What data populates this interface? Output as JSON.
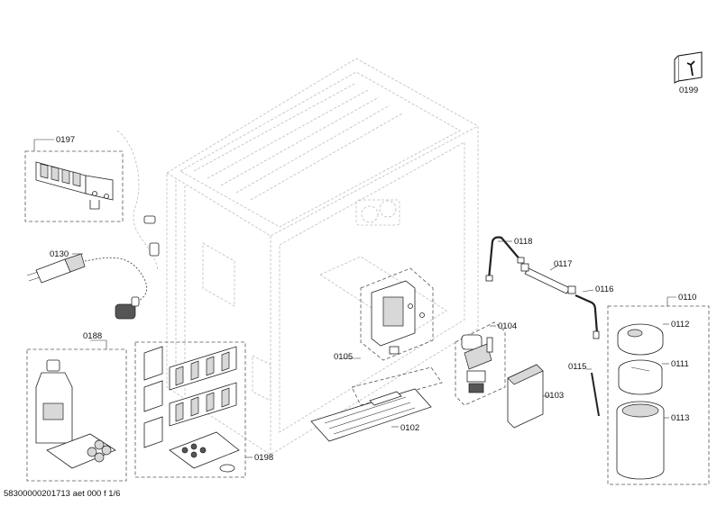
{
  "parts": {
    "p0197": "0197",
    "p0130": "0130",
    "p0188": "0188",
    "p0198": "0198",
    "p0118": "0118",
    "p0117": "0117",
    "p0116": "0116",
    "p0110": "0110",
    "p0112": "0112",
    "p0111": "0111",
    "p0113": "0113",
    "p0115": "0115",
    "p0104": "0104",
    "p0105": "0105",
    "p0103": "0103",
    "p0102": "0102",
    "p0199": "0199"
  },
  "footer": "58300000201713 aet 000 f 1/6",
  "icons": {
    "service": "wrench-manual-icon"
  }
}
